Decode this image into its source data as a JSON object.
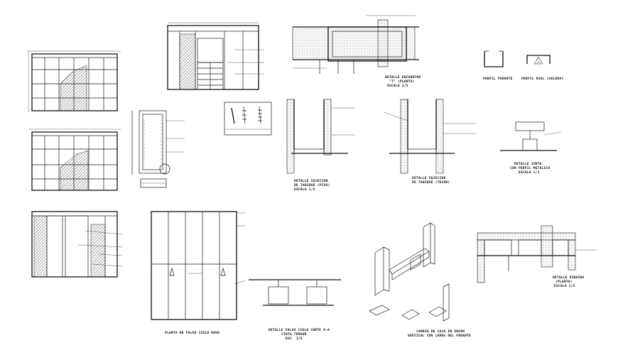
{
  "labels": {
    "panel_plan_caption": "PLANTA DE FALSO CIELO RASO",
    "detail_tee_title": "DETALLE ENCUENTRO",
    "detail_tee_sub": "\"T\" (PLANTA)",
    "detail_tee_scale": "ESCALA 1/5",
    "perfil_parante": "PERFIL PARANTE",
    "perfil_riel": "PERFIL RIEL (SOLERA)",
    "detail_floor_title": "DETALLE SUJECION",
    "detail_floor_sub": "DE TABIQUE (PISO)",
    "detail_floor_scale": "ESCALA 1/5",
    "detail_ceiling_title": "DETALLE SUJECION",
    "detail_ceiling_sub": "DE TABIQUE (TECHO)",
    "detail_joint_title": "DETALLE JUNTA",
    "detail_joint_sub": "CON PERFIL METALICO",
    "detail_joint_scale": "ESCALA 1/1",
    "detail_corner_title": "DETALLE ESQUINA",
    "detail_corner_sub": "(PLANTA)",
    "detail_corner_scale": "ESCALA 1/5",
    "ceiling_cut_title": "DETALLE FALSO CIELO CORTE A-A",
    "ceiling_cut_sub": "CINTA TENSOR",
    "ceiling_cut_scale": "ESC. 1/5",
    "iso_caption_1": "CAMBIO DE CAJA EN UNION",
    "iso_caption_2": "VERTICAL CON LADOS DEL PARANTE"
  },
  "colors": {
    "ink": "#111111",
    "paper": "#ffffff"
  }
}
